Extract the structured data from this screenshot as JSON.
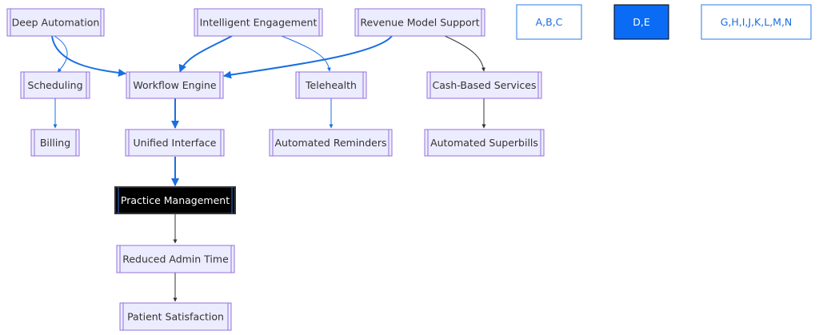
{
  "nodes": {
    "deep_automation": "Deep Automation",
    "intelligent_engagement": "Intelligent Engagement",
    "revenue_model_support": "Revenue Model Support",
    "scheduling": "Scheduling",
    "workflow_engine": "Workflow Engine",
    "telehealth": "Telehealth",
    "cash_based_services": "Cash-Based Services",
    "billing": "Billing",
    "unified_interface": "Unified Interface",
    "automated_reminders": "Automated Reminders",
    "automated_superbills": "Automated Superbills",
    "practice_management": "Practice Management",
    "reduced_admin_time": "Reduced Admin Time",
    "patient_satisfaction": "Patient Satisfaction"
  },
  "legend": {
    "group_abc": "A,B,C",
    "group_de": "D,E",
    "group_g_to_n": "G,H,I,J,K,L,M,N"
  },
  "colors": {
    "node_fill": "#ECECFF",
    "node_border": "#9370DB",
    "highlight_edge": "#1a6fe0",
    "default_edge": "#333333",
    "dark_node_fill": "#000000",
    "legend_filled": "#0a6cf5"
  }
}
